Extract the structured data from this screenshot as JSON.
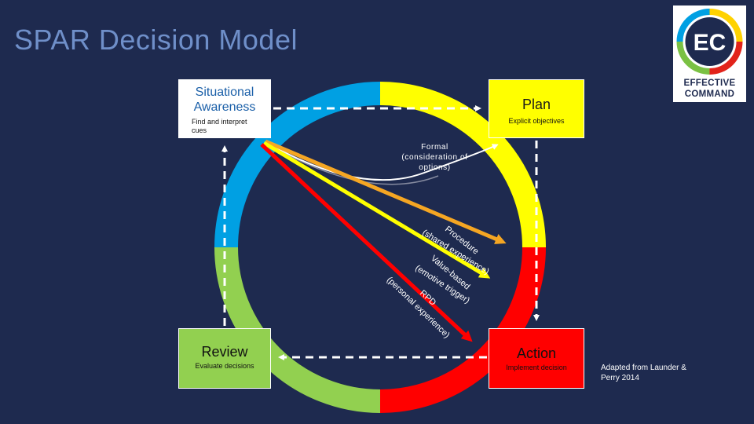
{
  "title": "SPAR Decision Model",
  "logo": {
    "initials": "EC",
    "line1": "EFFECTIVE",
    "line2": "COMMAND"
  },
  "boxes": {
    "situational_awareness": {
      "label": "Situational Awareness",
      "sub": "Find and interpret cues",
      "color": "#ffffff"
    },
    "plan": {
      "label": "Plan",
      "sub": "Explicit objectives",
      "color": "#ffff00"
    },
    "action": {
      "label": "Action",
      "sub": "Implement decision",
      "color": "#ff0000"
    },
    "review": {
      "label": "Review",
      "sub": "Evaluate decisions",
      "color": "#92d050"
    }
  },
  "formal_label": "Formal (consideration of options)",
  "routes": {
    "procedure": "Procedure",
    "procedure_sub": "(shared experience)",
    "value_based": "Value-based",
    "value_based_sub": "(emotive trigger)",
    "rpd": "RPD",
    "rpd_sub": "(personal experience)"
  },
  "credit": "Adapted from Launder & Perry 2014",
  "colors": {
    "background": "#1e2a4f",
    "title": "#6f8fc9",
    "ring_blue": "#00a0e3",
    "ring_yellow": "#ffff00",
    "ring_red": "#ff0000",
    "ring_green": "#92d050",
    "arrow_orange": "#f5a623",
    "arrow_yellow": "#ffff00",
    "arrow_red": "#ff0000"
  }
}
